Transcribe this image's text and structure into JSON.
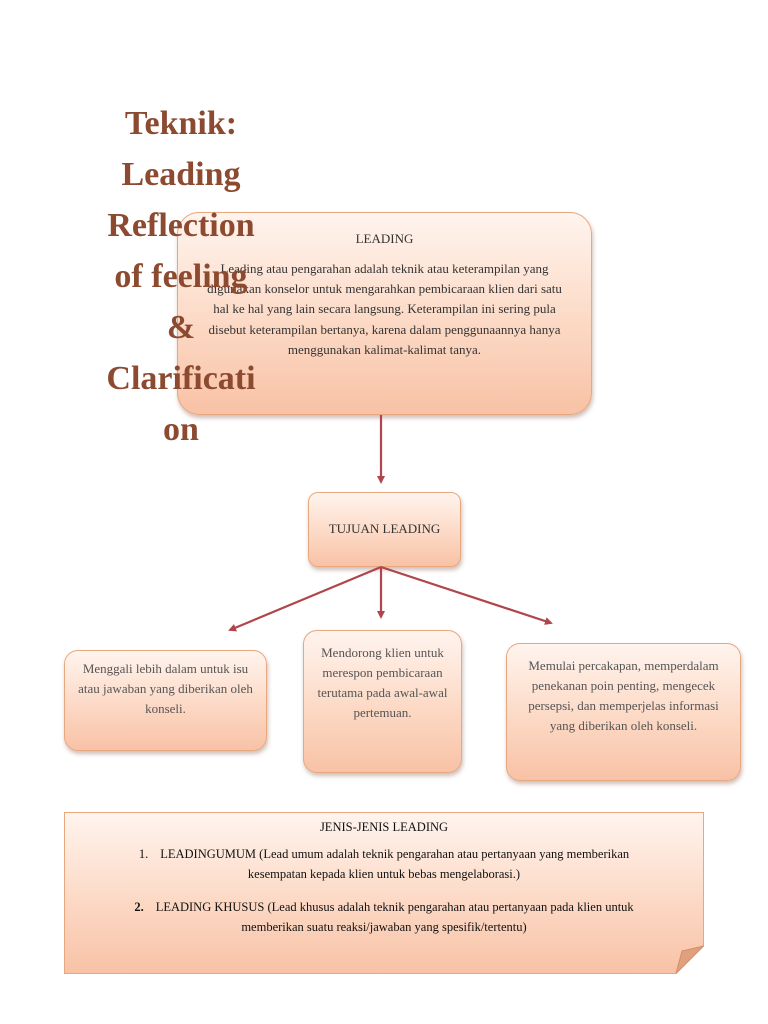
{
  "heading": {
    "lines": [
      "Teknik:",
      "Leading",
      "Reflection",
      "of feeling",
      "&",
      "Clarificati",
      "on"
    ]
  },
  "leading_box": {
    "title": "LEADING",
    "body": "Leading atau pengarahan adalah teknik atau keterampilan yang digunakan konselor untuk mengarahkan pembicaraan klien dari satu hal ke hal yang lain secara langsung. Keterampilan ini sering pula disebut keterampilan bertanya, karena dalam penggunaannya hanya menggunakan kalimat-kalimat tanya."
  },
  "tujuan_box": {
    "title": "TUJUAN LEADING"
  },
  "goals": [
    "Menggali lebih dalam untuk isu atau jawaban yang diberikan oleh konseli.",
    "Mendorong klien untuk merespon pembicaraan terutama pada awal-awal pertemuan.",
    "Memulai percakapan, memperdalam penekanan poin penting, mengecek persepsi, dan memperjelas informasi yang diberikan oleh konseli."
  ],
  "jenis_note": {
    "title": "JENIS-JENIS LEADING",
    "items": [
      {
        "number": "1.",
        "text": "LEADINGUMUM (Lead umum adalah teknik pengarahan atau pertanyaan yang memberikan kesempatan kepada klien untuk bebas mengelaborasi.)"
      },
      {
        "number": "2.",
        "text": "LEADING KHUSUS (Lead khusus adalah teknik pengarahan atau pertanyaan pada klien untuk memberikan suatu reaksi/jawaban yang spesifik/tertentu)"
      }
    ]
  },
  "colors": {
    "heading": "#8c4a30",
    "box_fill_top": "#fff4ee",
    "box_fill_bottom": "#f8c2a6",
    "box_border": "#e7a77f",
    "arrow": "#b0464c"
  },
  "icons": {
    "arrowhead": "arrowhead-icon",
    "folded_corner": "folded-corner-icon"
  }
}
